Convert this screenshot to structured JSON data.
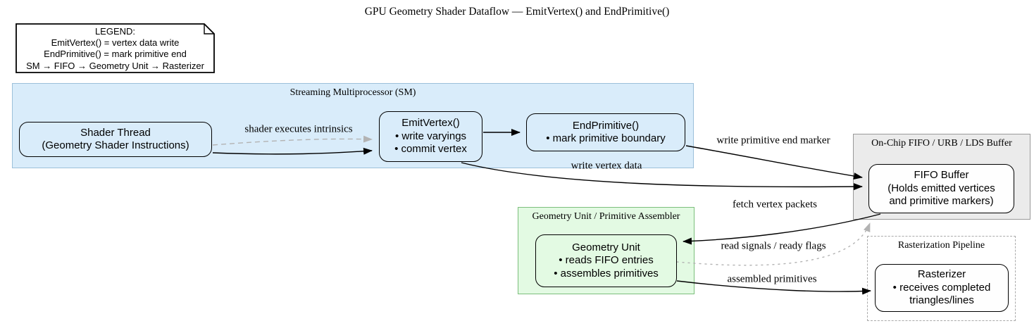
{
  "title": "GPU Geometry Shader Dataflow — EmitVertex() and EndPrimitive()",
  "legend": {
    "lines": [
      "LEGEND:",
      "EmitVertex() = vertex data write",
      "EndPrimitive() = mark primitive end",
      "SM → FIFO → Geometry Unit → Rasterizer"
    ]
  },
  "clusters": {
    "sm": {
      "label": "Streaming Multiprocessor (SM)",
      "fill": "#d9ecfa",
      "border": "#9cc0da"
    },
    "fifo": {
      "label": "On-Chip FIFO / URB / LDS Buffer",
      "fill": "#ebebeb",
      "border": "#999999"
    },
    "gu": {
      "label": "Geometry Unit / Primitive Assembler",
      "fill": "#e3fae3",
      "border": "#7cbf7c"
    },
    "raster": {
      "label": "Rasterization Pipeline",
      "fill": "#ffffff",
      "border": "#aaaaaa"
    }
  },
  "nodes": {
    "shader_thread": {
      "lines": [
        "Shader Thread",
        "(Geometry Shader Instructions)"
      ]
    },
    "emit_vertex": {
      "lines": [
        "EmitVertex()",
        "• write varyings",
        "• commit vertex"
      ]
    },
    "end_primitive": {
      "lines": [
        "EndPrimitive()",
        "• mark primitive boundary"
      ]
    },
    "fifo_buffer": {
      "lines": [
        "FIFO Buffer",
        "(Holds emitted vertices",
        "and primitive markers)"
      ]
    },
    "geometry_unit": {
      "lines": [
        "Geometry Unit",
        "• reads FIFO entries",
        "• assembles primitives"
      ]
    },
    "rasterizer": {
      "lines": [
        "Rasterizer",
        "• receives completed",
        "triangles/lines"
      ]
    }
  },
  "edges": {
    "shader_executes": {
      "label": "shader executes intrinsics",
      "style": "dashed-gray"
    },
    "call_flow": {
      "label": "",
      "style": "solid-black"
    },
    "emit_to_end": {
      "label": "",
      "style": "solid-black"
    },
    "write_marker": {
      "label": "write primitive end marker",
      "style": "solid-black"
    },
    "write_vertex": {
      "label": "write vertex data",
      "style": "solid-black"
    },
    "fetch_packets": {
      "label": "fetch vertex packets",
      "style": "solid-black"
    },
    "read_signals": {
      "label": "read signals / ready flags",
      "style": "dotted-gray"
    },
    "assembled": {
      "label": "assembled primitives",
      "style": "solid-black"
    }
  }
}
